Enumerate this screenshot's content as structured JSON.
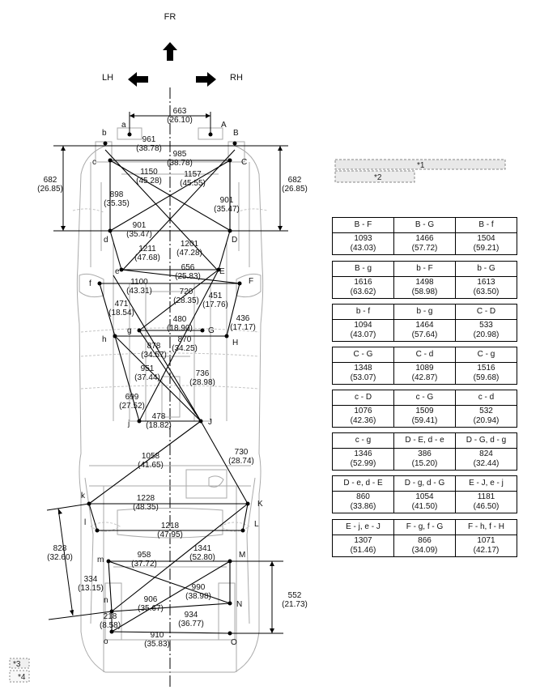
{
  "direction": {
    "front": "FR",
    "left": "LH",
    "right": "RH"
  },
  "legend": {
    "n1": "*1",
    "n2": "*2",
    "n3": "*3",
    "n4": "*4"
  },
  "points": {
    "A": "A",
    "B": "B",
    "C": "C",
    "D": "D",
    "E": "E",
    "F": "F",
    "G": "G",
    "H": "H",
    "J": "J",
    "K": "K",
    "L": "L",
    "M": "M",
    "N": "N",
    "O": "O",
    "a": "a",
    "b": "b",
    "c": "c",
    "d": "d",
    "e": "e",
    "f": "f",
    "g": "g",
    "h": "h",
    "j": "j",
    "k": "k",
    "l": "l",
    "m": "m",
    "n": "n",
    "o": "o"
  },
  "dims": {
    "d663": "663",
    "d663i": "(26.10)",
    "d961": "961",
    "d961i": "(38.78)",
    "d985": "985",
    "d985i": "(38.78)",
    "d1150": "1150",
    "d1150i": "(45.28)",
    "d1157": "1157",
    "d1157i": "(45.55)",
    "d682l": "682",
    "d682li": "(26.85)",
    "d682r": "682",
    "d682ri": "(26.85)",
    "d898": "898",
    "d898i": "(35.35)",
    "d901r": "901",
    "d901ri": "(35.47)",
    "d901l": "901",
    "d901li": "(35.47)",
    "d1211": "1211",
    "d1211i": "(47.68)",
    "d1201": "1201",
    "d1201i": "(47.28)",
    "d656": "656",
    "d656i": "(25.83)",
    "d1100": "1100",
    "d1100i": "(43.31)",
    "d720": "720",
    "d720i": "(28.35)",
    "d451": "451",
    "d451i": "(17.76)",
    "d471": "471",
    "d471i": "(18.54)",
    "d480": "480",
    "d480i": "(18.90)",
    "d436": "436",
    "d436i": "(17.17)",
    "d870": "870",
    "d870i": "(34.25)",
    "d878": "878",
    "d878i": "(34.57)",
    "d951": "951",
    "d951i": "(37.44)",
    "d736": "736",
    "d736i": "(28.98)",
    "d699": "699",
    "d699i": "(27.52)",
    "d478": "478",
    "d478i": "(18.82)",
    "d1058": "1058",
    "d1058i": "(41.65)",
    "d730": "730",
    "d730i": "(28.74)",
    "d1228": "1228",
    "d1228i": "(48.35)",
    "d1218": "1218",
    "d1218i": "(47.95)",
    "d828": "828",
    "d828i": "(32.60)",
    "d1341": "1341",
    "d1341i": "(52.80)",
    "d958": "958",
    "d958i": "(37.72)",
    "d334": "334",
    "d334i": "(13.15)",
    "d990": "990",
    "d990i": "(38.98)",
    "d552": "552",
    "d552i": "(21.73)",
    "d906": "906",
    "d906i": "(35.67)",
    "d218": "218",
    "d218i": "(8.58)",
    "d934": "934",
    "d934i": "(36.77)",
    "d910": "910",
    "d910i": "(35.83)"
  },
  "spec_tables": [
    {
      "headers": [
        "B - F",
        "B - G",
        "B - f"
      ],
      "values": [
        [
          "1093",
          "(43.03)"
        ],
        [
          "1466",
          "(57.72)"
        ],
        [
          "1504",
          "(59.21)"
        ]
      ]
    },
    {
      "headers": [
        "B - g",
        "b - F",
        "b - G"
      ],
      "values": [
        [
          "1616",
          "(63.62)"
        ],
        [
          "1498",
          "(58.98)"
        ],
        [
          "1613",
          "(63.50)"
        ]
      ]
    },
    {
      "headers": [
        "b - f",
        "b - g",
        "C - D"
      ],
      "values": [
        [
          "1094",
          "(43.07)"
        ],
        [
          "1464",
          "(57.64)"
        ],
        [
          "533",
          "(20.98)"
        ]
      ]
    },
    {
      "headers": [
        "C - G",
        "C - d",
        "C - g"
      ],
      "values": [
        [
          "1348",
          "(53.07)"
        ],
        [
          "1089",
          "(42.87)"
        ],
        [
          "1516",
          "(59.68)"
        ]
      ]
    },
    {
      "headers": [
        "c - D",
        "c - G",
        "c - d"
      ],
      "values": [
        [
          "1076",
          "(42.36)"
        ],
        [
          "1509",
          "(59.41)"
        ],
        [
          "532",
          "(20.94)"
        ]
      ]
    },
    {
      "headers": [
        "c - g",
        "D - E, d - e",
        "D - G, d - g"
      ],
      "values": [
        [
          "1346",
          "(52.99)"
        ],
        [
          "386",
          "(15.20)"
        ],
        [
          "824",
          "(32.44)"
        ]
      ]
    },
    {
      "headers": [
        "D - e, d - E",
        "D - g, d - G",
        "E - J, e - j"
      ],
      "values": [
        [
          "860",
          "(33.86)"
        ],
        [
          "1054",
          "(41.50)"
        ],
        [
          "1181",
          "(46.50)"
        ]
      ]
    },
    {
      "headers": [
        "E - j, e - J",
        "F - g, f - G",
        "F - h, f - H"
      ],
      "values": [
        [
          "1307",
          "(51.46)"
        ],
        [
          "866",
          "(34.09)"
        ],
        [
          "1071",
          "(42.17)"
        ]
      ]
    }
  ]
}
